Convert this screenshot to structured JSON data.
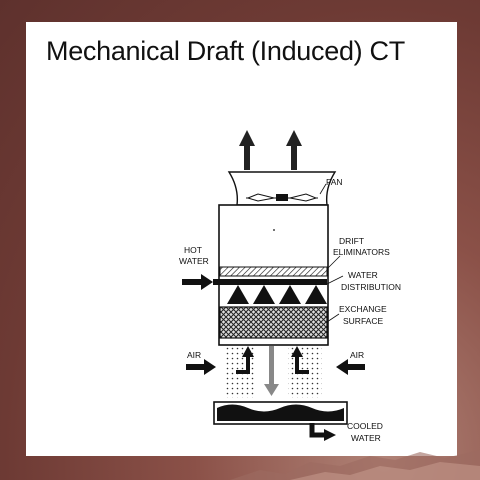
{
  "slide": {
    "title": "Mechanical Draft (Induced) CT"
  },
  "diagram": {
    "labels": {
      "fan": "FAN",
      "drift_1": "DRIFT",
      "drift_2": "ELIMINATORS",
      "hot_1": "HOT",
      "hot_2": "WATER",
      "water_dist_1": "WATER",
      "water_dist_2": "DISTRIBUTION",
      "exchange_1": "EXCHANGE",
      "exchange_2": "SURFACE",
      "air_left": "AIR",
      "air_right": "AIR",
      "cooled_1": "COOLED",
      "cooled_2": "WATER"
    },
    "colors": {
      "background": "#6d3a34",
      "slide": "#ffffff",
      "ink": "#111111"
    }
  }
}
